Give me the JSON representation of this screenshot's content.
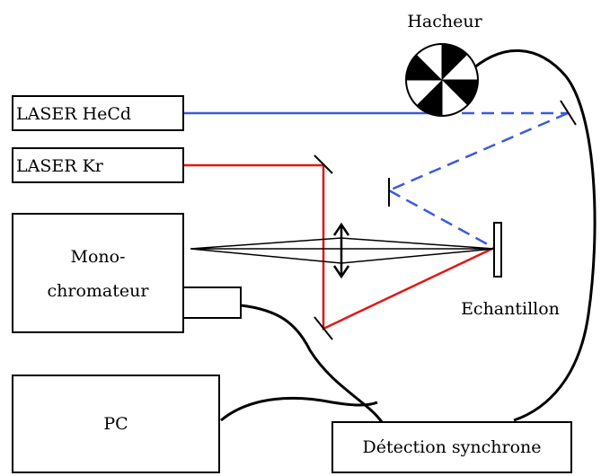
{
  "labels": {
    "laser_hecd": "LASER HeCd",
    "laser_kr": "LASER Kr",
    "mono_line1": "Mono-",
    "mono_line2": "chromateur",
    "hacheur": "Hacheur",
    "echantillon": "Echantillon",
    "pc": "PC",
    "detection": "Détection synchrone"
  },
  "colors": {
    "hecd_beam": "#3a5be0",
    "kr_beam": "#e01818",
    "outline": "#000000",
    "background": "#ffffff"
  }
}
